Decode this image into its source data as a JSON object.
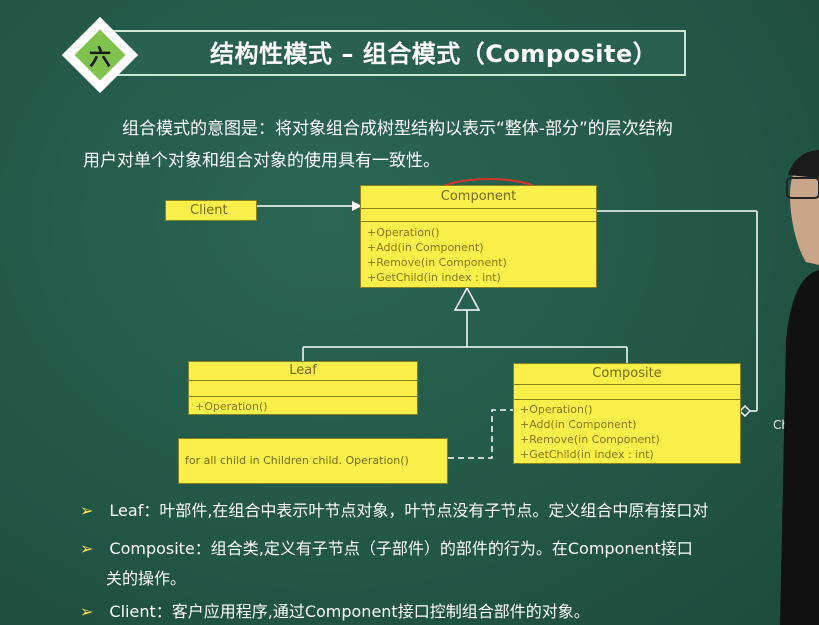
{
  "header": {
    "section_number": "六",
    "title": "结构性模式 – 组合模式（Composite）"
  },
  "intro": {
    "line1": "组合模式的意图是：将对象组合成树型结构以表示“整体-部分”的层次结构",
    "line2": "用户对单个对象和组合对象的使用具有一致性。"
  },
  "diagram": {
    "client": "Client",
    "component": {
      "name": "Component",
      "operations": [
        "+Operation()",
        "+Add(in Component)",
        "+Remove(in Component)",
        "+GetChild(in index : int)"
      ]
    },
    "leaf": {
      "name": "Leaf",
      "operations": [
        "+Operation()"
      ]
    },
    "composite": {
      "name": "Composite",
      "operations": [
        "+Operation()",
        "+Add(in Component)",
        "+Remove(in Component)",
        "+GetChild(in index : int)"
      ]
    },
    "note": "for all child in Children child. Operation()",
    "side_label": "Child"
  },
  "bullets": {
    "leaf": "Leaf：叶部件,在组合中表示叶节点对象，叶节点没有子节点。定义组合中原有接口对",
    "composite_line1": "Composite：组合类,定义有子节点（子部件）的部件的行为。在Component接口",
    "composite_line2": "关的操作。",
    "client": "Client：客户应用程序,通过Component接口控制组合部件的对象。"
  },
  "colors": {
    "board": "#245a4a",
    "box_fill": "#fbf04a",
    "highlight_circle": "#d8322e",
    "bullet_arrow": "#ffe24a"
  }
}
